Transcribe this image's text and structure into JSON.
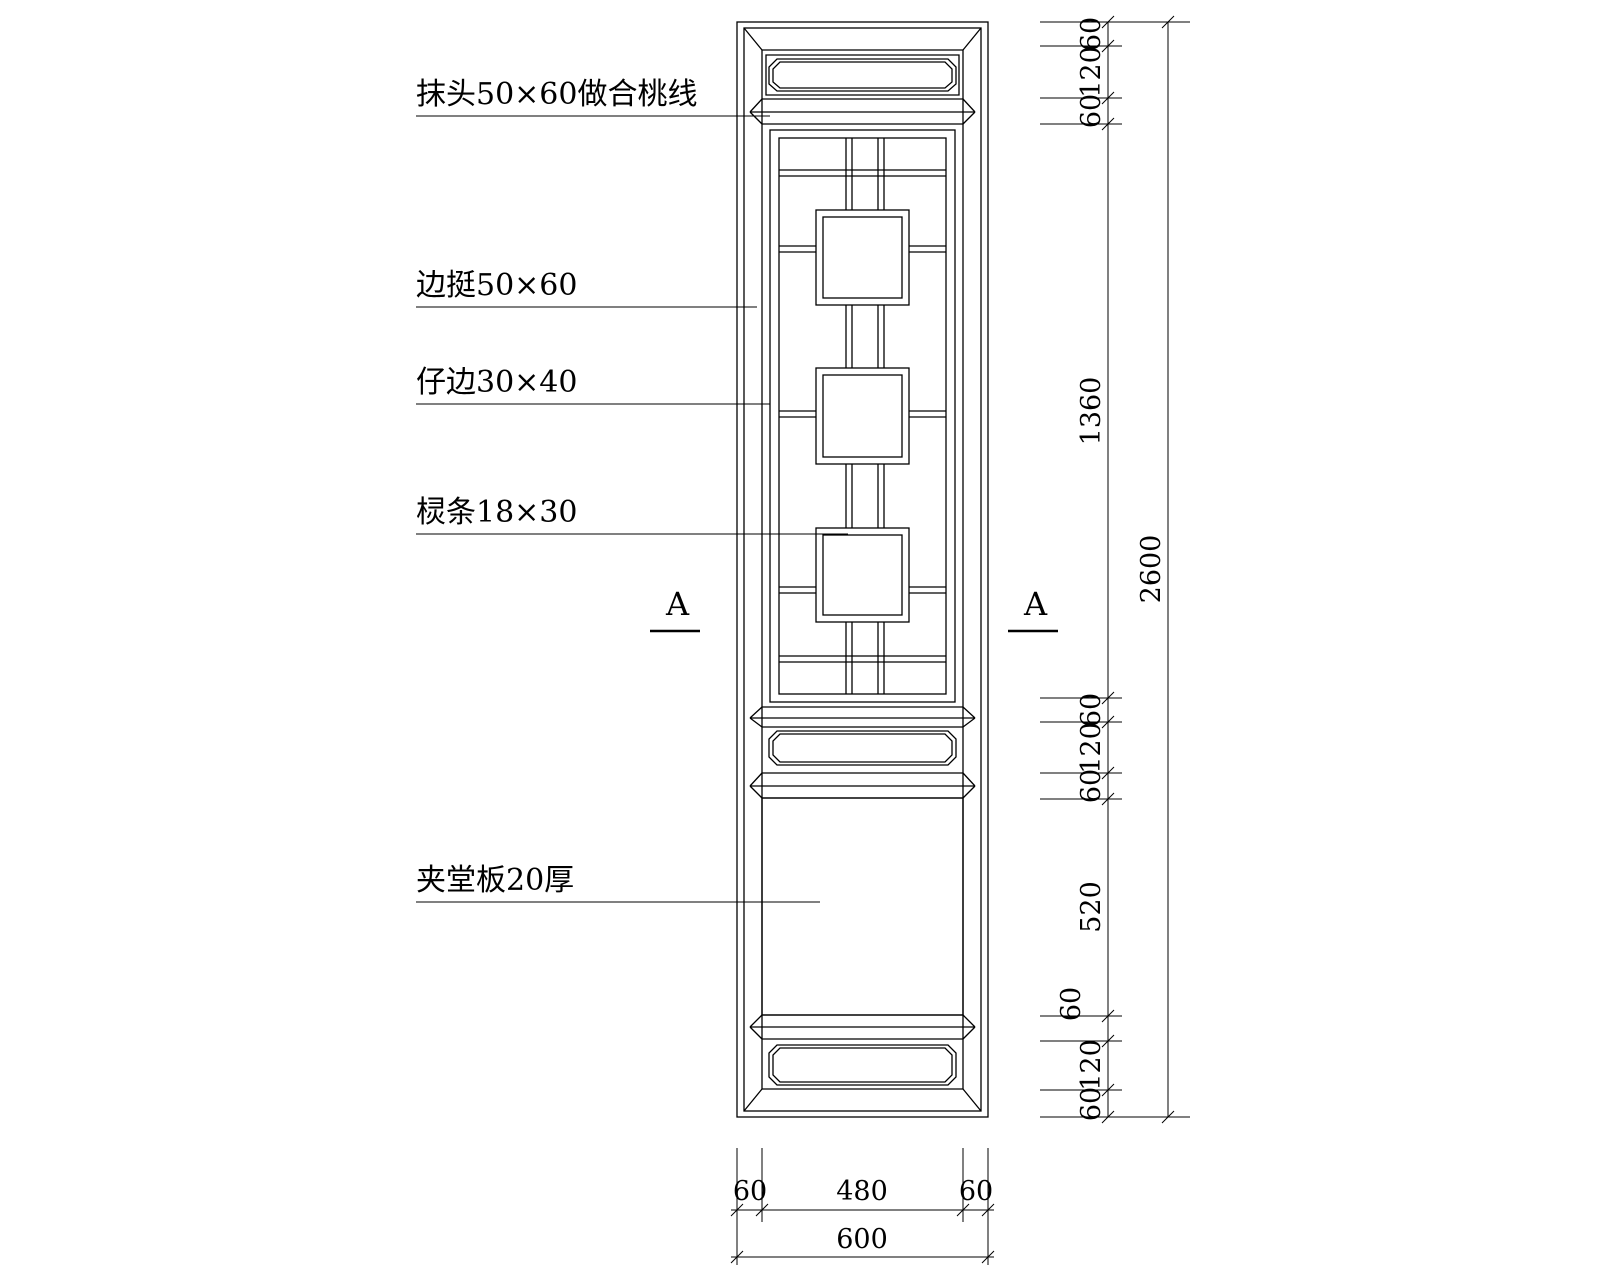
{
  "labels": {
    "top_rail": "抹头50×60做合桃线",
    "stile": "边挺50×60",
    "inner_frame": "仔边30×40",
    "lattice_bar": "棂条18×30",
    "panel": "夹堂板20厚"
  },
  "section_marks": {
    "left": "A",
    "right": "A"
  },
  "dimensions": {
    "vertical_segments": [
      "60",
      "120",
      "60",
      "1360",
      "60",
      "120",
      "60",
      "520",
      "60",
      "120",
      "60"
    ],
    "overall_height": "2600",
    "horizontal_segments": [
      "60",
      "480",
      "60"
    ],
    "overall_width": "600"
  }
}
